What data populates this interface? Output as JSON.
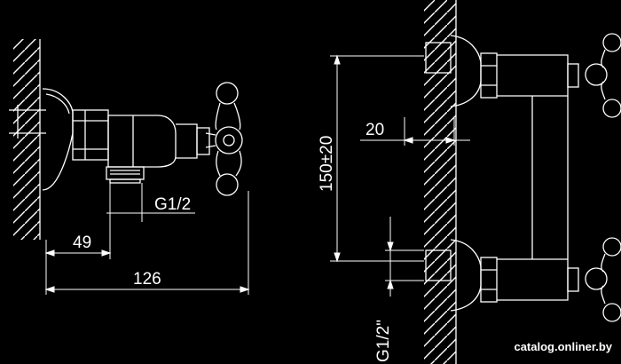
{
  "dimensions": {
    "side_thread": "G1/2",
    "side_offset": "49",
    "side_total": "126",
    "front_offset": "20",
    "front_spacing": "150±20",
    "front_thread": "G1/2\""
  },
  "watermark": "catalog.onliner.by",
  "colors": {
    "background": "#000000",
    "line": "#ffffff"
  }
}
